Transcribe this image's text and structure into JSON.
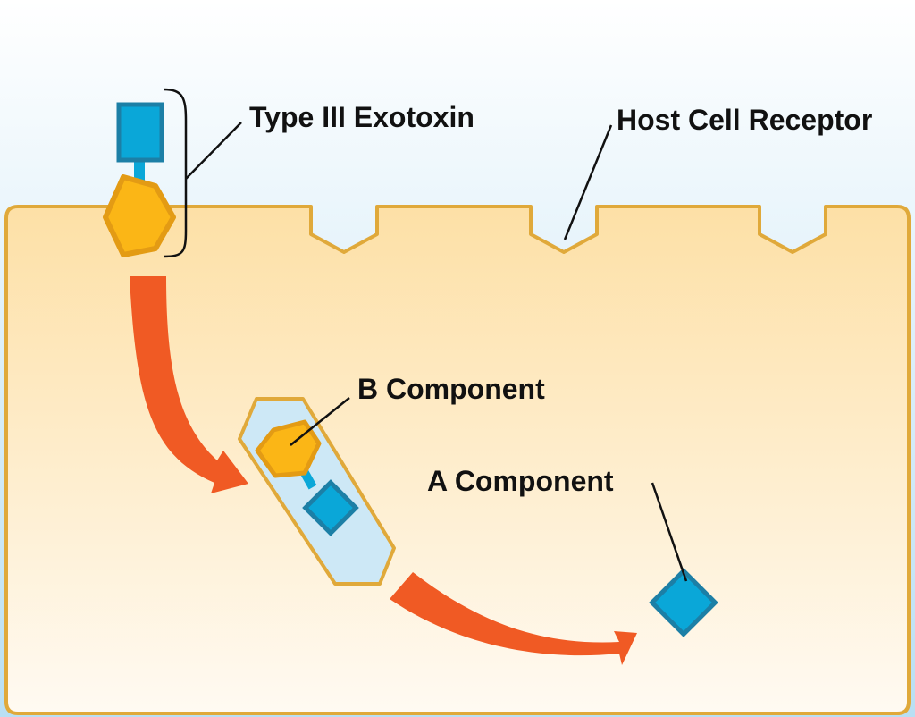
{
  "labels": {
    "type_iii_exotoxin": "Type III Exotoxin",
    "host_cell_receptor": "Host Cell Receptor",
    "b_component": "B Component",
    "a_component": "A Component"
  },
  "colors": {
    "extracellular_top": "#ffffff",
    "extracellular_bottom": "#b9dff3",
    "cell_top": "#fde0a6",
    "cell_bottom": "#fffaf2",
    "membrane": "#e0a93a",
    "a_component_fill": "#0aa7d8",
    "a_component_stroke": "#1c7fa6",
    "b_component_fill": "#fbb616",
    "b_component_stroke": "#e39b14",
    "arrow": "#f05a24",
    "endosome_fill": "#cde8f6"
  }
}
